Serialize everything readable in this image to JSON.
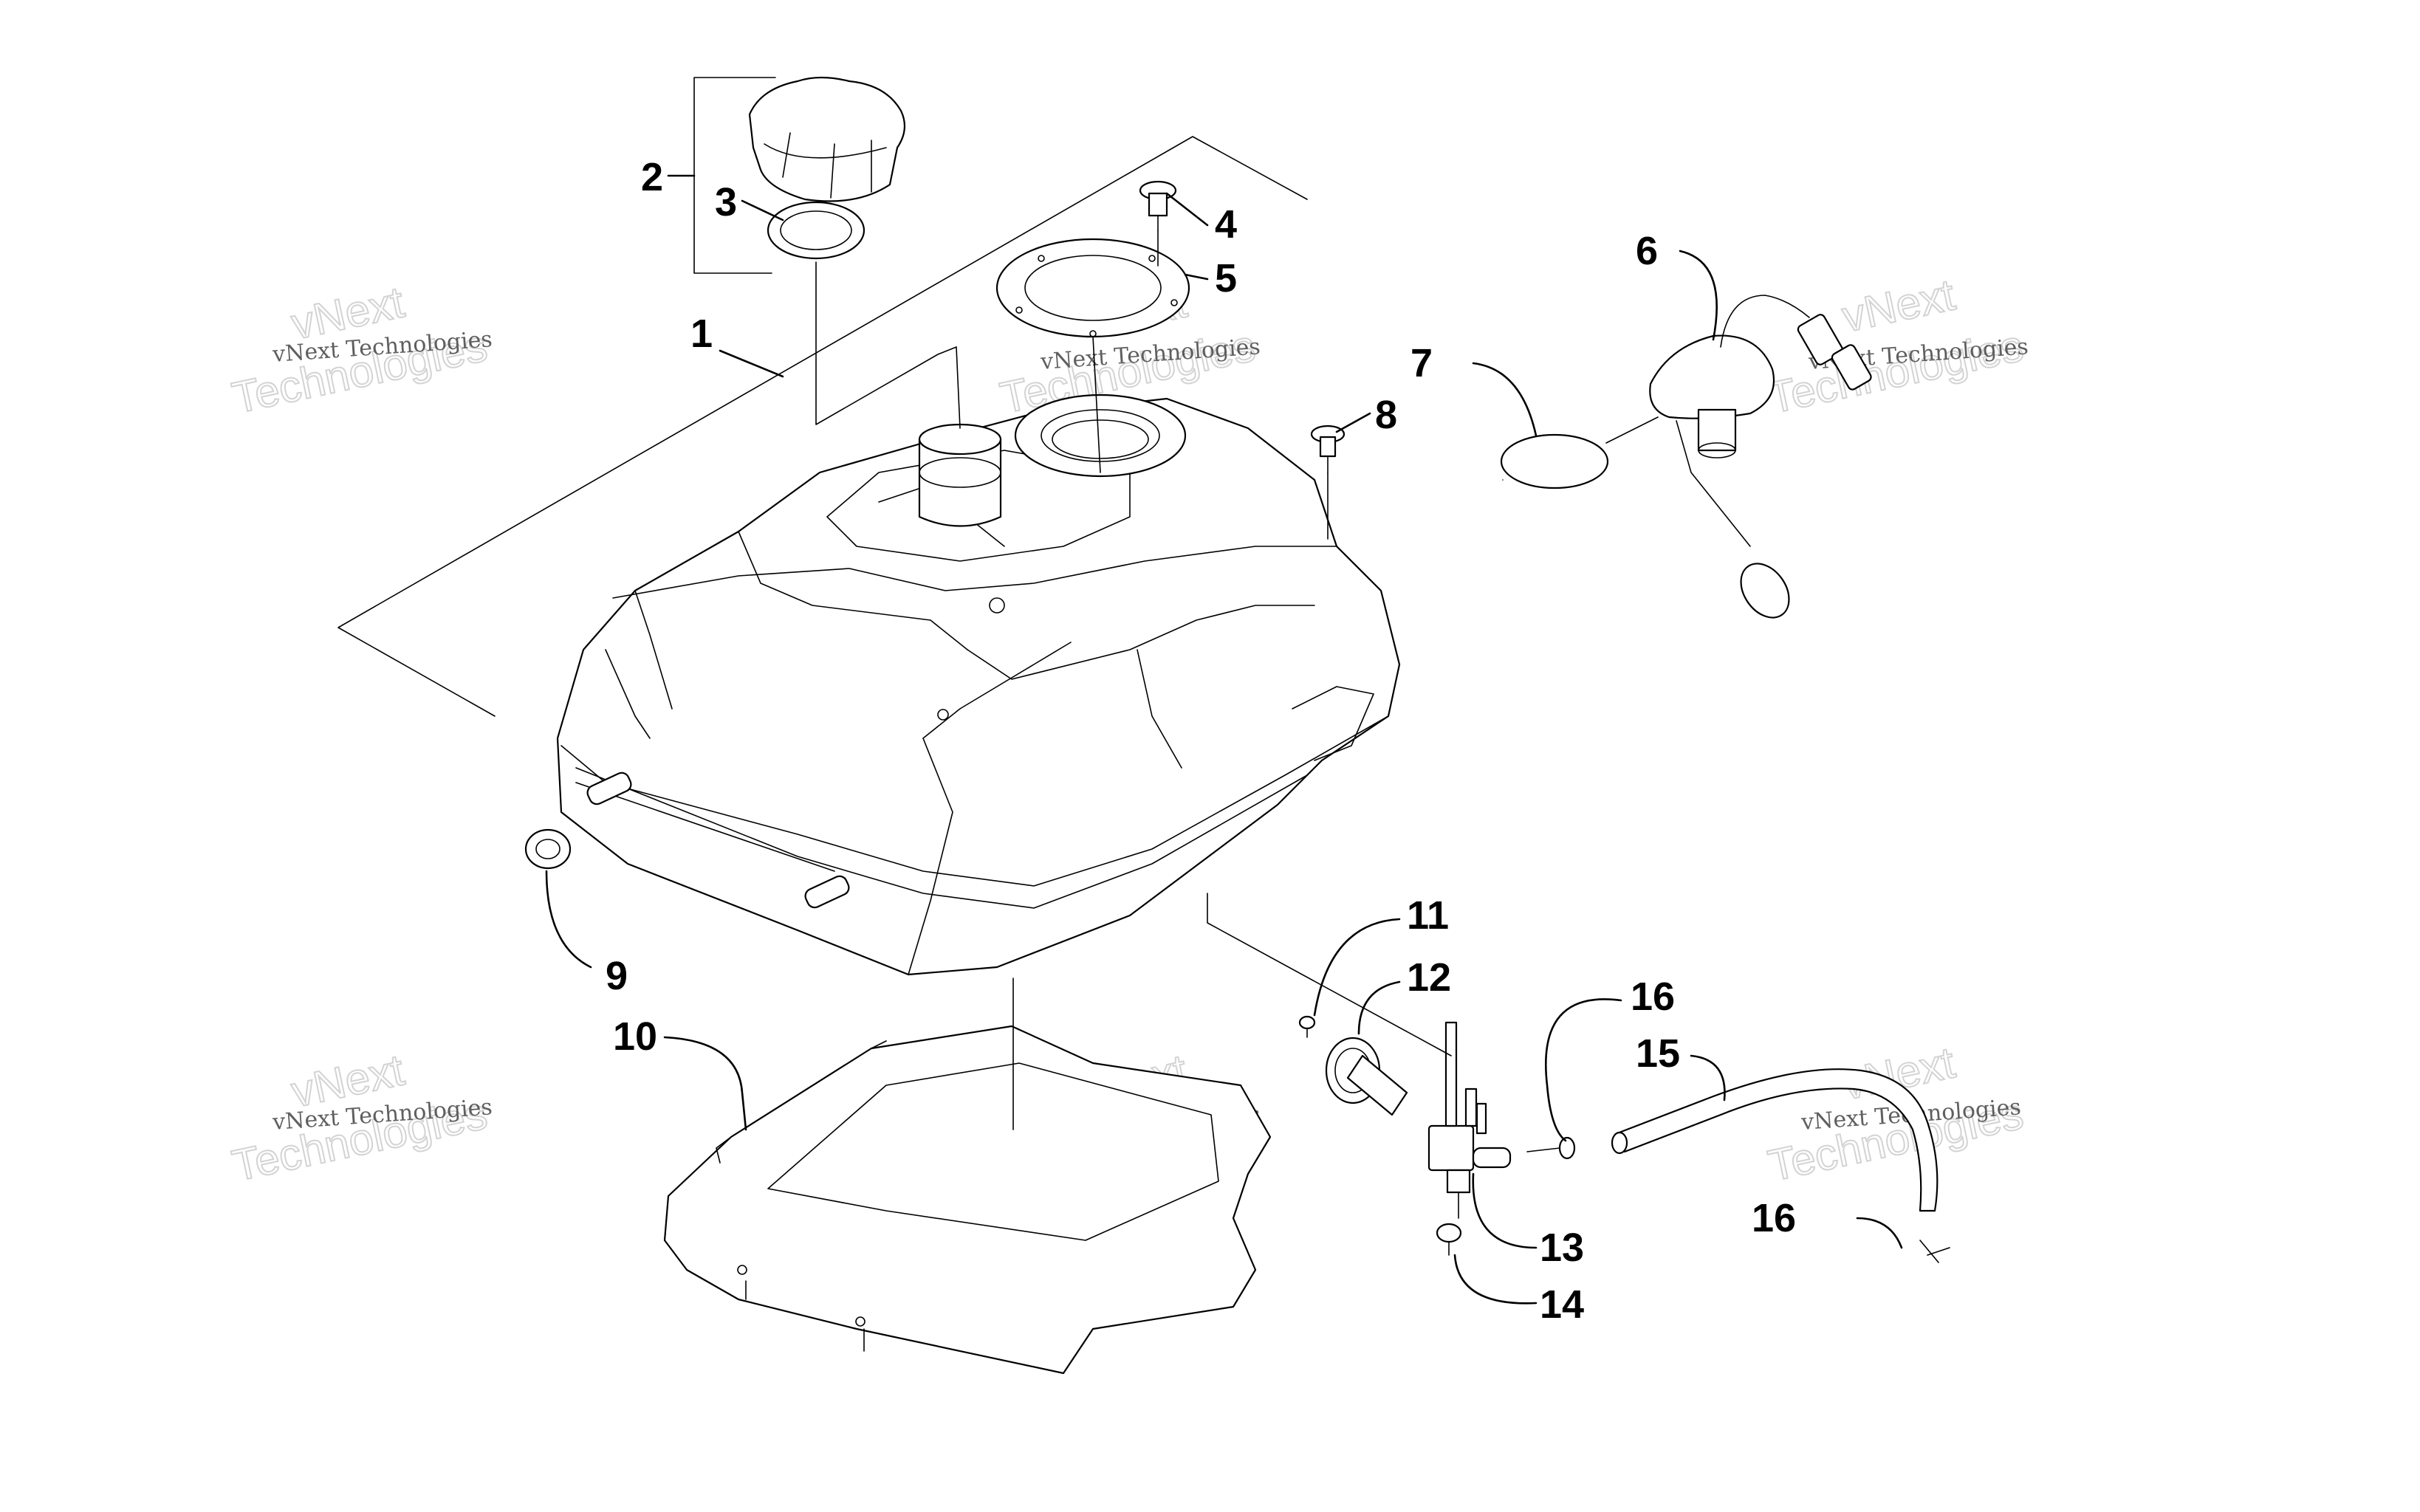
{
  "callouts": [
    {
      "label": "1"
    },
    {
      "label": "2"
    },
    {
      "label": "3"
    },
    {
      "label": "4"
    },
    {
      "label": "5"
    },
    {
      "label": "6"
    },
    {
      "label": "7"
    },
    {
      "label": "8"
    },
    {
      "label": "9"
    },
    {
      "label": "10"
    },
    {
      "label": "11"
    },
    {
      "label": "12"
    },
    {
      "label": "13"
    },
    {
      "label": "14"
    },
    {
      "label": "15"
    },
    {
      "label": "16"
    },
    {
      "label": "16"
    }
  ],
  "watermark": {
    "small": "vNext Technologies",
    "line1": "vNext",
    "line2": "Technologies"
  }
}
